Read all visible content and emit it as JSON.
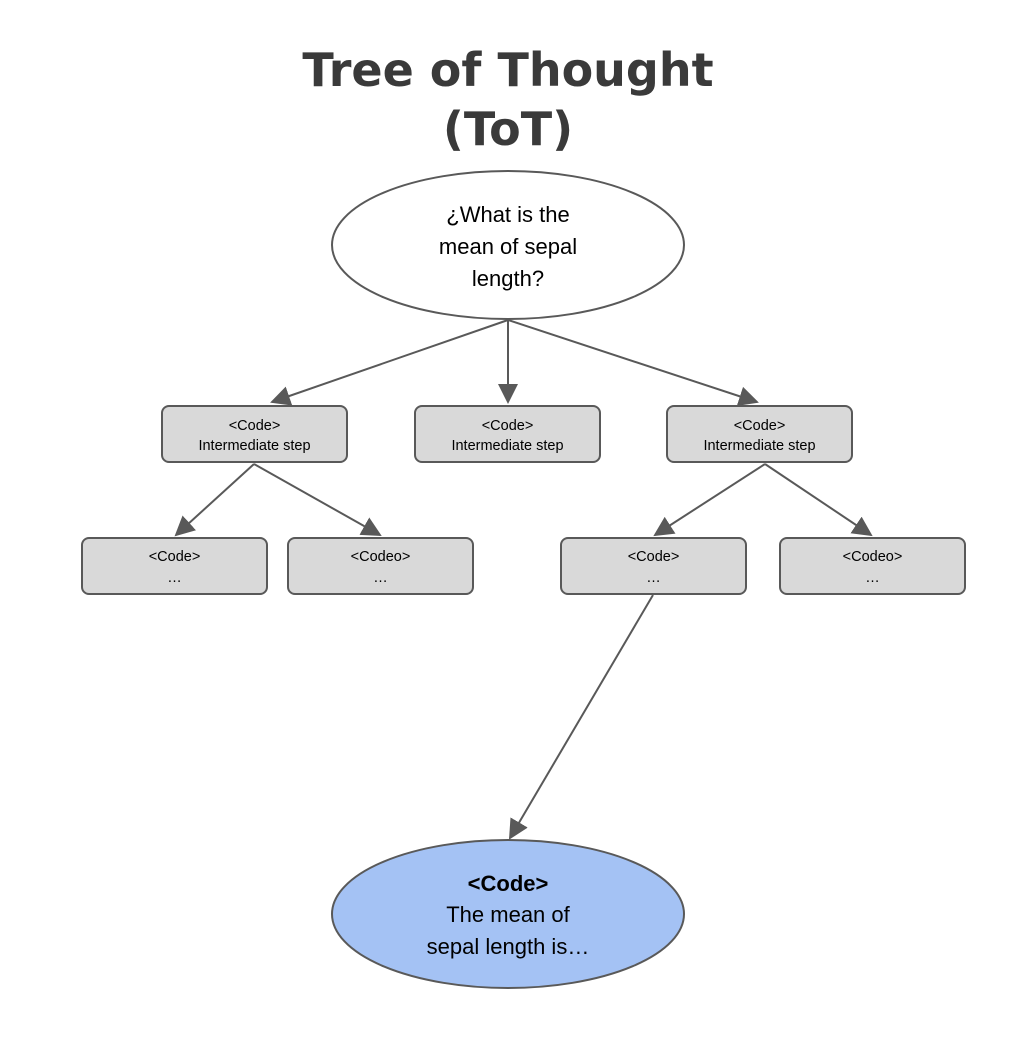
{
  "title": {
    "line1": "Tree of Thought",
    "line2": "(ToT)"
  },
  "root": {
    "line1": "¿What is the",
    "line2": "mean of sepal",
    "line3": "length?"
  },
  "level1": [
    {
      "line1": "<Code>",
      "line2": "Intermediate step"
    },
    {
      "line1": "<Code>",
      "line2": "Intermediate step"
    },
    {
      "line1": "<Code>",
      "line2": "Intermediate step"
    }
  ],
  "level2": [
    {
      "line1": "<Code>",
      "line2": "…"
    },
    {
      "line1": "<Codeo>",
      "line2": "…"
    },
    {
      "line1": "<Code>",
      "line2": "…"
    },
    {
      "line1": "<Codeo>",
      "line2": "…"
    }
  ],
  "answer": {
    "line1": "<Code>",
    "line2": "The mean of",
    "line3": "sepal length is…"
  },
  "colors": {
    "title": "#3a3a3a",
    "box_fill": "#d9d9d9",
    "stroke": "#595959",
    "answer_fill": "#a4c2f4"
  }
}
